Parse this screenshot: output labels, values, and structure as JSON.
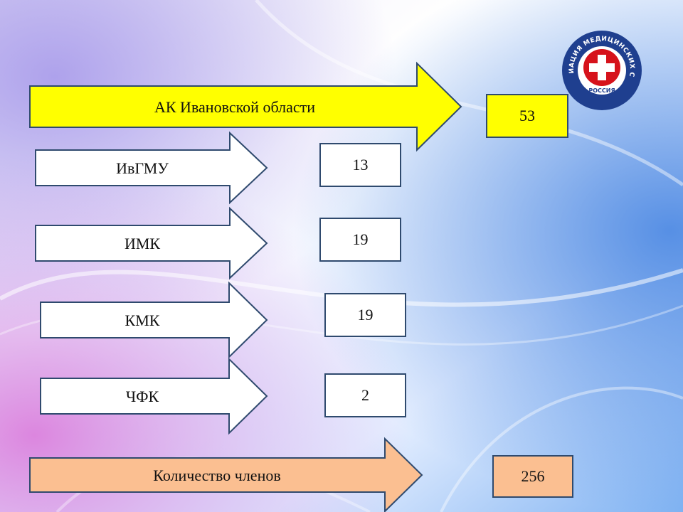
{
  "colors": {
    "highlight": "#ffff00",
    "summary": "#fbbf91",
    "item": "#ffffff",
    "border": "#2f4a6e"
  },
  "logo": {
    "icon": "red-cross-icon",
    "ring_text": "АССОЦИАЦИЯ МЕДИЦИНСКИХ СЕСТЕР",
    "country": "РОССИЯ"
  },
  "rows": [
    {
      "label": "АК Ивановской области",
      "value": "53",
      "style": "highlight"
    },
    {
      "label": "ИвГМУ",
      "value": "13",
      "style": "item"
    },
    {
      "label": "ИМК",
      "value": "19",
      "style": "item"
    },
    {
      "label": "КМК",
      "value": "19",
      "style": "item"
    },
    {
      "label": "ЧФК",
      "value": "2",
      "style": "item"
    },
    {
      "label": "Количество членов",
      "value": "256",
      "style": "summary"
    }
  ]
}
